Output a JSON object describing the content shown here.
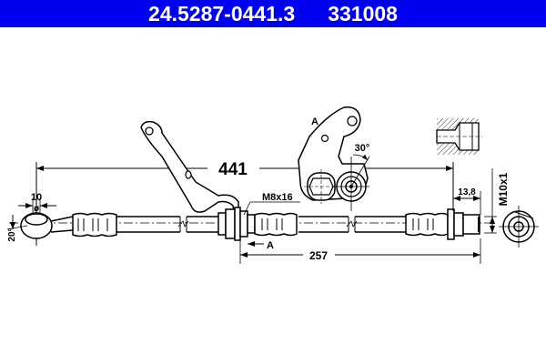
{
  "header": {
    "part_number": "24.5287-0441.3",
    "ref_number": "331008",
    "background_color": "#0000f0",
    "text_color": "#ffffff"
  },
  "drawing": {
    "subject": "brake hose technical drawing",
    "dimensions": {
      "overall_length": "441",
      "bracket_to_end_length": "257",
      "banjo_diameter_value": "10",
      "banjo_diameter_symbol": "ø",
      "banjo_angle": "20°",
      "bracket_angle": "30°",
      "bolt_spec": "M8x16",
      "fitting_length": "13,8",
      "thread_spec": "M10x1"
    },
    "labels": {
      "section_a_top": "A",
      "section_a_bottom": "A"
    }
  }
}
